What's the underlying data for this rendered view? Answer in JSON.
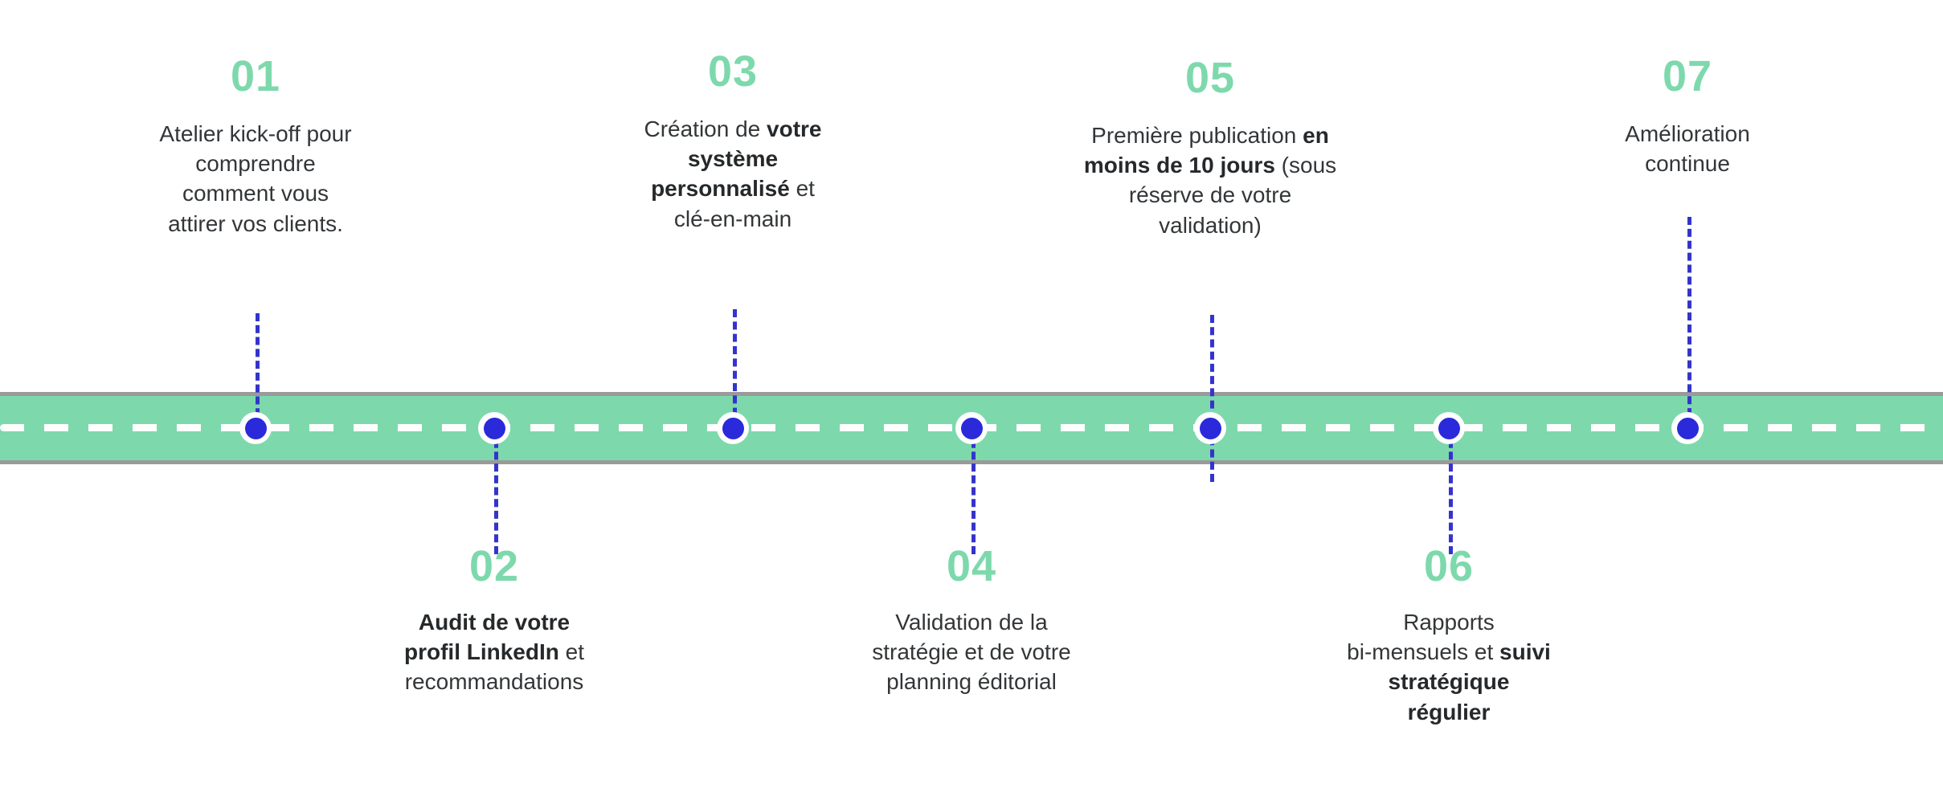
{
  "theme": {
    "accent_green": "#7DD9AC",
    "dot_blue": "#2A2ADB",
    "dash_blue": "#3434CC",
    "text_dark": "#333638",
    "road_border": "#9A9A9A",
    "background": "#FFFFFF"
  },
  "timeline": {
    "orientation": "horizontal",
    "step_count": 7,
    "steps": [
      {
        "number": "01",
        "position": "above",
        "lines": [
          [
            {
              "t": "Atelier kick-off pour",
              "b": false
            }
          ],
          [
            {
              "t": "comprendre",
              "b": false
            }
          ],
          [
            {
              "t": "comment vous",
              "b": false
            }
          ],
          [
            {
              "t": "attirer vos clients.",
              "b": false
            }
          ]
        ]
      },
      {
        "number": "02",
        "position": "below",
        "lines": [
          [
            {
              "t": "Audit de votre",
              "b": true
            }
          ],
          [
            {
              "t": "profil LinkedIn",
              "b": true
            },
            {
              "t": " et",
              "b": false
            }
          ],
          [
            {
              "t": "recommandations",
              "b": false
            }
          ]
        ]
      },
      {
        "number": "03",
        "position": "above",
        "lines": [
          [
            {
              "t": "Création de ",
              "b": false
            },
            {
              "t": "votre",
              "b": true
            }
          ],
          [
            {
              "t": "système",
              "b": true
            }
          ],
          [
            {
              "t": "personnalisé",
              "b": true
            },
            {
              "t": " et",
              "b": false
            }
          ],
          [
            {
              "t": "clé-en-main",
              "b": false
            }
          ]
        ]
      },
      {
        "number": "04",
        "position": "below",
        "lines": [
          [
            {
              "t": "Validation de la",
              "b": false
            }
          ],
          [
            {
              "t": "stratégie et de votre",
              "b": false
            }
          ],
          [
            {
              "t": "planning éditorial",
              "b": false
            }
          ]
        ]
      },
      {
        "number": "05",
        "position": "above",
        "lines": [
          [
            {
              "t": "Première publication ",
              "b": false
            },
            {
              "t": "en",
              "b": true
            }
          ],
          [
            {
              "t": "moins de 10 jours",
              "b": true
            },
            {
              "t": " (sous",
              "b": false
            }
          ],
          [
            {
              "t": "réserve de votre",
              "b": false
            }
          ],
          [
            {
              "t": "validation)",
              "b": false
            }
          ]
        ]
      },
      {
        "number": "06",
        "position": "below",
        "lines": [
          [
            {
              "t": "Rapports",
              "b": false
            }
          ],
          [
            {
              "t": "bi-mensuels et ",
              "b": false
            },
            {
              "t": "suivi",
              "b": true
            }
          ],
          [
            {
              "t": "stratégique",
              "b": true
            }
          ],
          [
            {
              "t": "régulier",
              "b": true
            }
          ]
        ]
      },
      {
        "number": "07",
        "position": "above",
        "lines": [
          [
            {
              "t": "Amélioration",
              "b": false
            }
          ],
          [
            {
              "t": "continue",
              "b": false
            }
          ]
        ]
      }
    ]
  }
}
